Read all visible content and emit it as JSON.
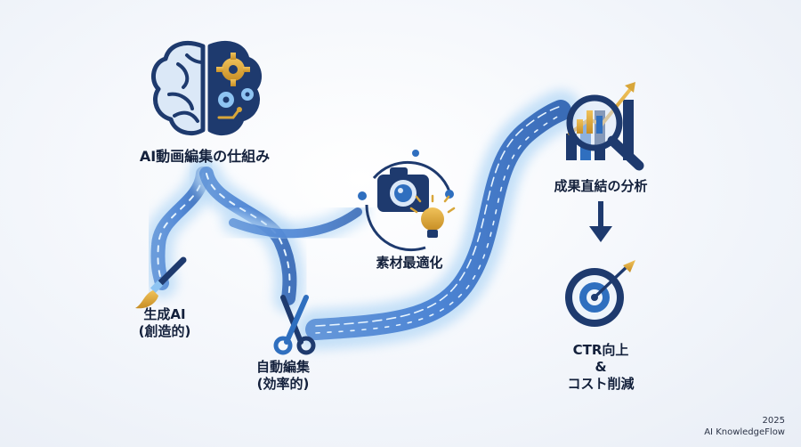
{
  "diagram": {
    "main_title": "AI動画編集の仕組み",
    "branch_generative": {
      "line1": "生成AI",
      "line2": "(創造的)"
    },
    "branch_auto_edit": {
      "line1": "自動編集",
      "line2": "(効率的)"
    },
    "material_optimization": "素材最適化",
    "result_analysis": "成果直結の分析",
    "outcome": {
      "line1": "CTR向上",
      "line2": "&",
      "line3": "コスト削減"
    }
  },
  "icons": {
    "brain": "brain-gear-icon",
    "brush": "paintbrush-icon",
    "scissors": "scissors-icon",
    "camera": "camera-icon",
    "bulb": "lightbulb-icon",
    "magnifier": "magnifier-chart-icon",
    "target": "target-icon"
  },
  "colors": {
    "navy": "#1e3a6e",
    "blue": "#2f6fbf",
    "light_blue": "#8ec4f2",
    "gold": "#d8a63a"
  },
  "footer": {
    "year": "2025",
    "brand": "AI KnowledgeFlow"
  }
}
